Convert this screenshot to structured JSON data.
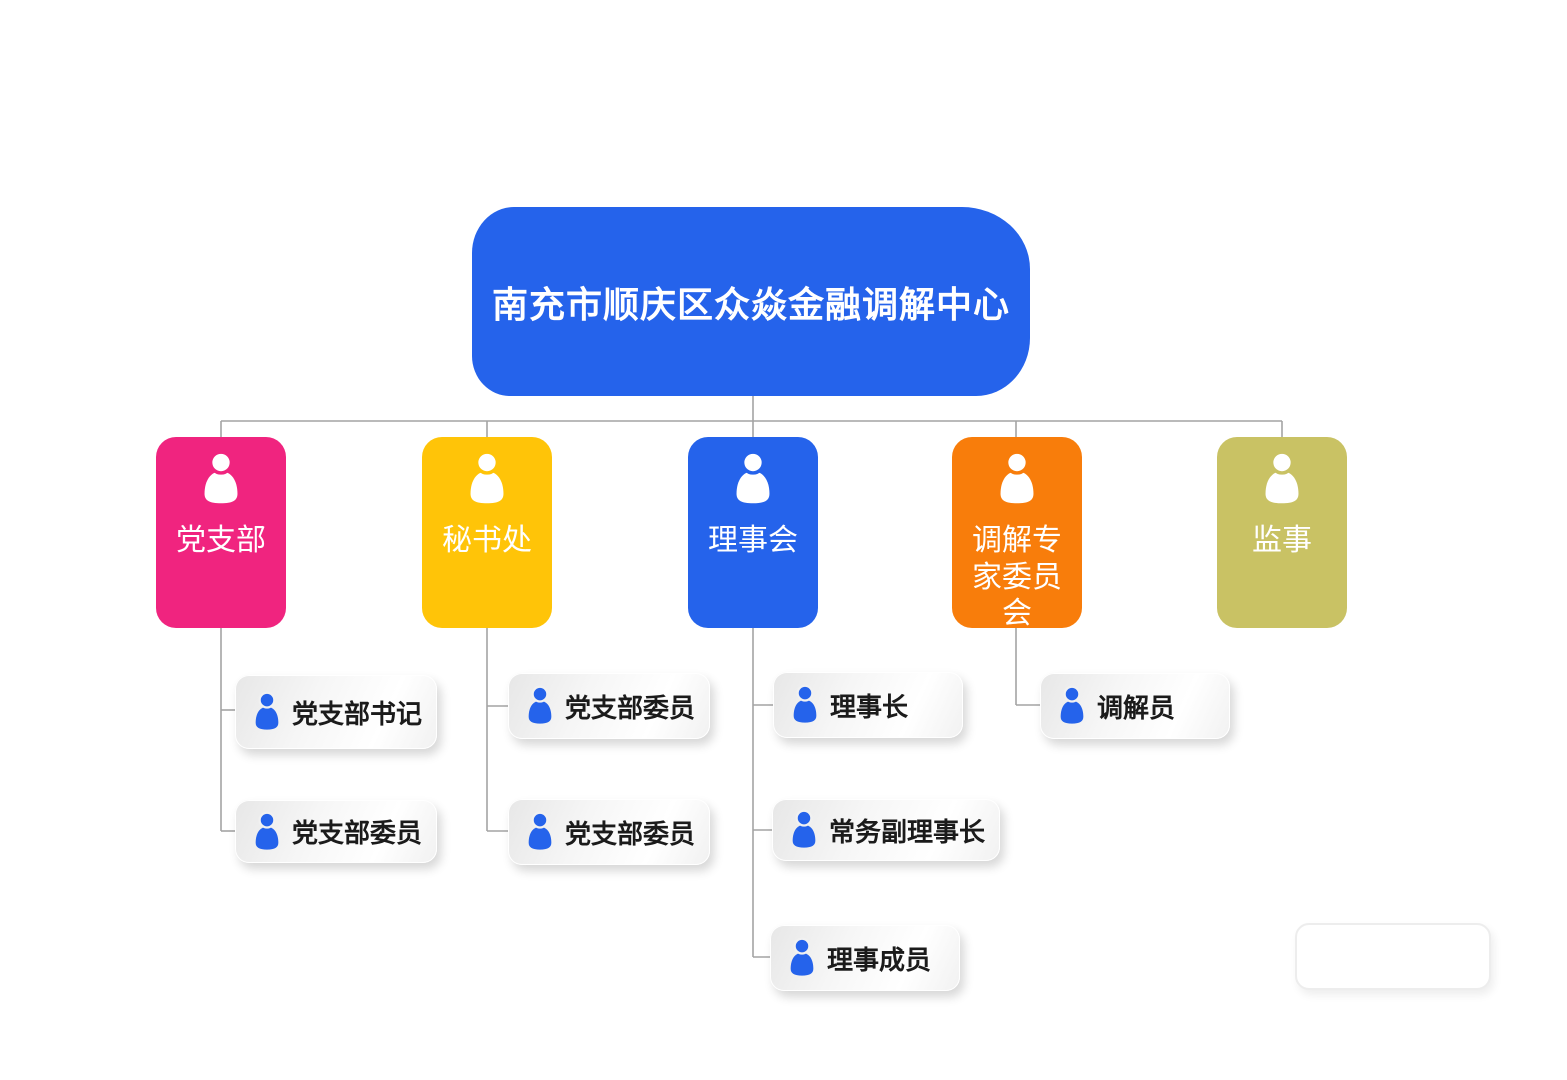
{
  "palette": {
    "connector_line": "#a3a3a3",
    "card_icon_blue": "#2563eb",
    "card_text": "#1b1b1b",
    "background": "#ffffff"
  },
  "root": {
    "label": "南充市顺庆区众焱金融调解中心",
    "color": "#2563eb",
    "text_color": "#ffffff"
  },
  "departments": [
    {
      "label": "党支部",
      "color": "#f0247f",
      "icon": "person-icon"
    },
    {
      "label": "秘书处",
      "color": "#ffc408",
      "icon": "person-icon"
    },
    {
      "label": "理事会",
      "color": "#2563eb",
      "icon": "person-icon"
    },
    {
      "label": "调解专家委员会",
      "color": "#f87d0b",
      "icon": "person-icon"
    },
    {
      "label": "监事",
      "color": "#c9c264",
      "icon": "person-icon"
    }
  ],
  "roles": [
    {
      "label": "党支部书记",
      "parent": "党支部",
      "icon": "person-icon"
    },
    {
      "label": "党支部委员",
      "parent": "党支部",
      "icon": "person-icon"
    },
    {
      "label": "党支部委员",
      "parent": "秘书处",
      "icon": "person-icon"
    },
    {
      "label": "党支部委员",
      "parent": "秘书处",
      "icon": "person-icon"
    },
    {
      "label": "理事长",
      "parent": "理事会",
      "icon": "person-icon"
    },
    {
      "label": "常务副理事长",
      "parent": "理事会",
      "icon": "person-icon"
    },
    {
      "label": "理事成员",
      "parent": "理事会",
      "icon": "person-icon"
    },
    {
      "label": "调解员",
      "parent": "调解专家委员会",
      "icon": "person-icon"
    }
  ],
  "placeholder_card": {
    "label": ""
  }
}
